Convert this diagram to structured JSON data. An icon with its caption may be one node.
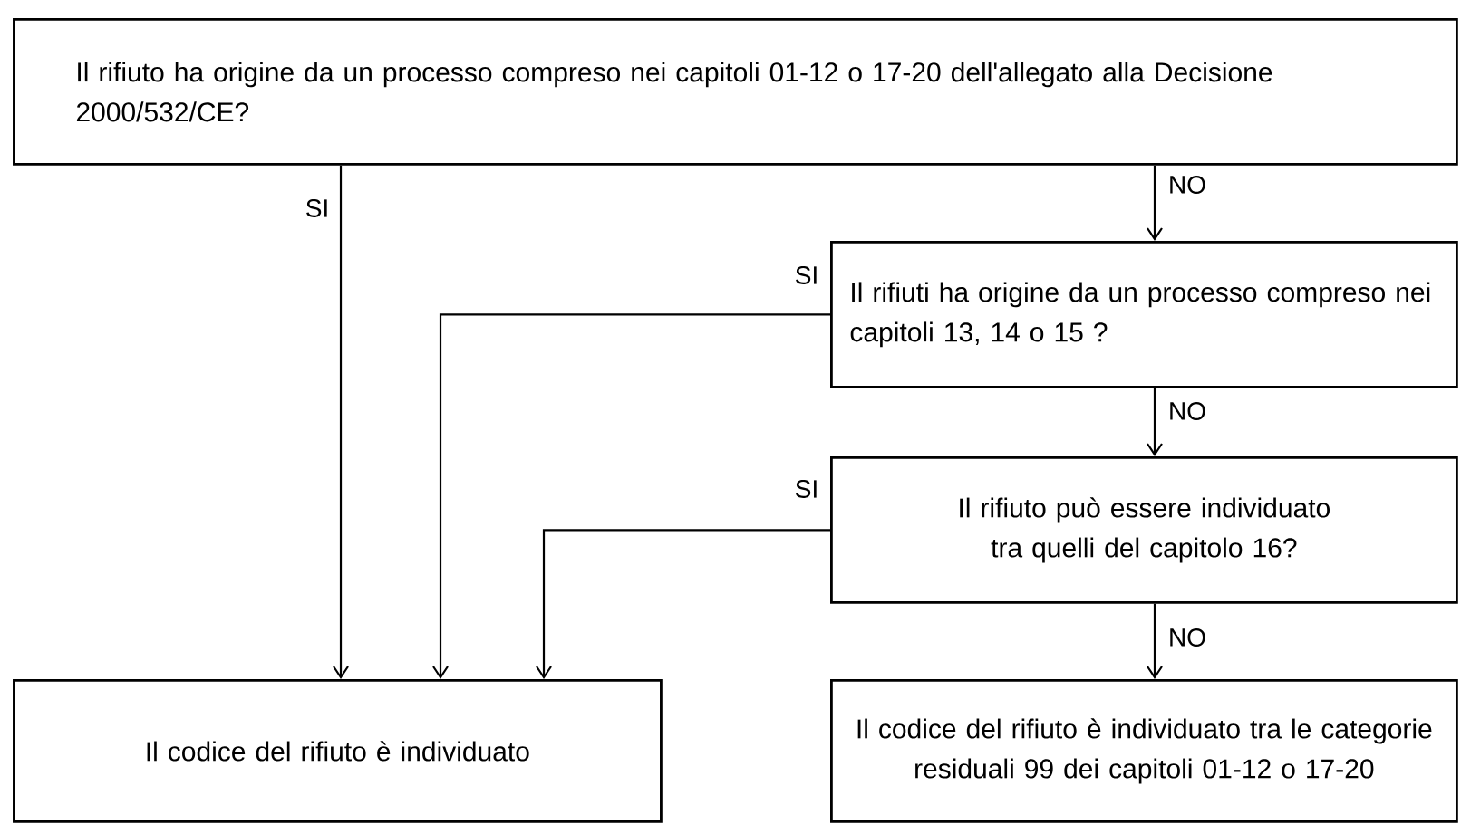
{
  "diagram": {
    "nodes": [
      {
        "text": [
          "Il rifiuto ha origine da un processo compreso nei capitoli 01-12 o 17-20 dell'allegato alla Decisione 2000/532/CE?"
        ]
      },
      {
        "text": [
          "Il rifiuti ha origine da un processo compreso nei capitoli 13, 14 o 15 ?"
        ]
      },
      {
        "text": [
          "Il rifiuto può essere individuato tra quelli del capitolo 16?"
        ]
      },
      {
        "text": [
          "Il codice del rifiuto è individuato"
        ]
      },
      {
        "text": [
          "Il codice del rifiuto è individuato tra le categorie residuali 99 dei capitoli 01-12 o 17-20"
        ]
      }
    ],
    "edges": [
      {
        "from": 0,
        "to": 3,
        "arrow": "to",
        "label": "SI"
      },
      {
        "from": 0,
        "to": 1,
        "arrow": "to",
        "label": "NO"
      },
      {
        "from": 1,
        "to": 3,
        "arrow": "to",
        "label": "SI"
      },
      {
        "from": 1,
        "to": 2,
        "arrow": "to",
        "label": "NO"
      },
      {
        "from": 2,
        "to": 3,
        "arrow": "to",
        "label": "SI"
      },
      {
        "from": 2,
        "to": 4,
        "arrow": "to",
        "label": "NO"
      }
    ]
  }
}
